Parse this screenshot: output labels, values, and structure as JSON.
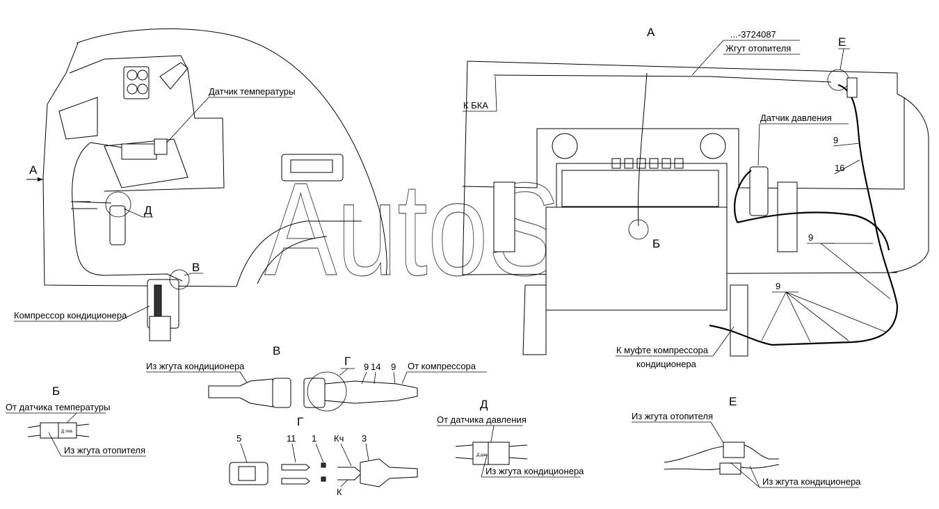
{
  "watermark": "AutoSoft",
  "labels": {
    "view_a_arrow": "А",
    "view_a_title": "А",
    "view_b_title": "Б",
    "view_v_title": "В",
    "view_d_title": "Д",
    "view_e_title": "Е",
    "view_g_title": "Г",
    "callout_d": "Д",
    "callout_v": "В",
    "callout_b": "Б",
    "callout_e": "Е",
    "callout_g": "Г",
    "temp_sensor": "Датчик температуры",
    "ac_compressor": "Компрессор кондиционера",
    "part_number": "...-3724087",
    "heater_harness": "Жгут отопителя",
    "to_bka": "К БКА",
    "pressure_sensor": "Датчик давления",
    "to_compressor_clutch_1": "К муфте компрессора",
    "to_compressor_clutch_2": "кондиционера",
    "from_ac_harness": "Из жгута кондиционера",
    "from_compressor": "От компрессора",
    "from_temp_sensor": "От датчика температуры",
    "from_heater_harness": "Из жгута отопителя",
    "from_pressure_sensor": "От датчика давления",
    "from_ac_harness_d": "Из жгута кондиционера",
    "from_heater_harness_e": "Из жгута отопителя",
    "from_ac_harness_e": "Из жгута кондиционера",
    "pos_9a": "9",
    "pos_16": "16",
    "pos_9b": "9",
    "pos_9c": "9",
    "pos_9_v1": "9",
    "pos_14": "14",
    "pos_9_v2": "9",
    "pos_5": "5",
    "pos_11": "11",
    "pos_1": "1",
    "pos_kch": "Кч",
    "pos_3": "3",
    "pos_k": "К",
    "connector_mark_b": "Д.тем",
    "connector_mark_d": "Д.дав"
  }
}
